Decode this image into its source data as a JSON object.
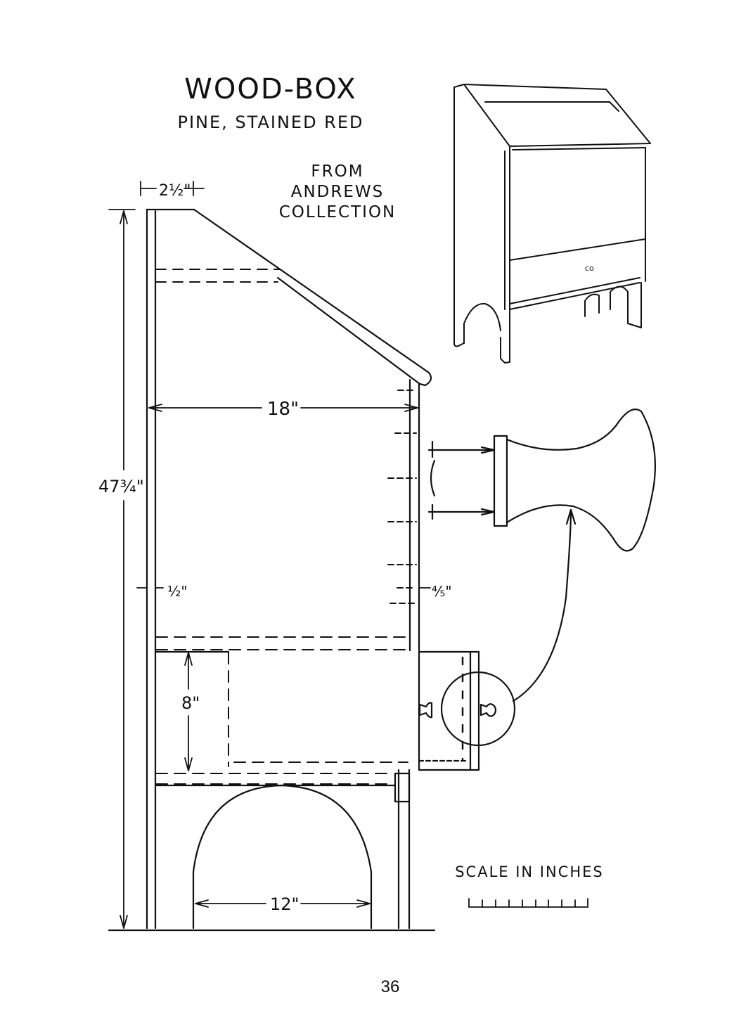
{
  "title": "WOOD-BOX",
  "subtitle": "PINE, STAINED RED",
  "source": [
    "FROM",
    "ANDREWS",
    "COLLECTION"
  ],
  "dimensions": {
    "overhang": "2½\"",
    "height": "47¾\"",
    "width": "18\"",
    "side_thickness": "½\"",
    "front_thickness": "⅘\"",
    "drawer_height": "8\"",
    "arch_width": "12\""
  },
  "scale": {
    "label": "SCALE IN INCHES"
  },
  "page_number": "36"
}
